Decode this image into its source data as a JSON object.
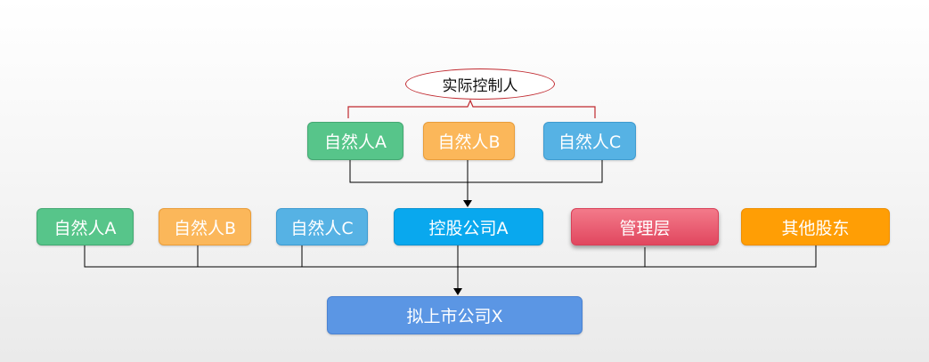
{
  "controller_label": "实际控制人",
  "top_row": [
    {
      "label": "自然人A",
      "color": "#57c58a"
    },
    {
      "label": "自然人B",
      "color": "#fbb75a"
    },
    {
      "label": "自然人C",
      "color": "#56b2e4"
    }
  ],
  "middle_row": [
    {
      "label": "自然人A",
      "color": "#57c58a"
    },
    {
      "label": "自然人B",
      "color": "#fbb75a"
    },
    {
      "label": "自然人C",
      "color": "#56b2e4"
    },
    {
      "label": "控股公司A",
      "color": "#09a8ee"
    },
    {
      "label": "管理层",
      "color": "#e1475f"
    },
    {
      "label": "其他股东",
      "color": "#ff9e05"
    }
  ],
  "bottom_box": {
    "label": "拟上市公司X",
    "color": "#5b96e4"
  },
  "colors": {
    "bracket": "#c0282e",
    "connector": "#000000"
  }
}
